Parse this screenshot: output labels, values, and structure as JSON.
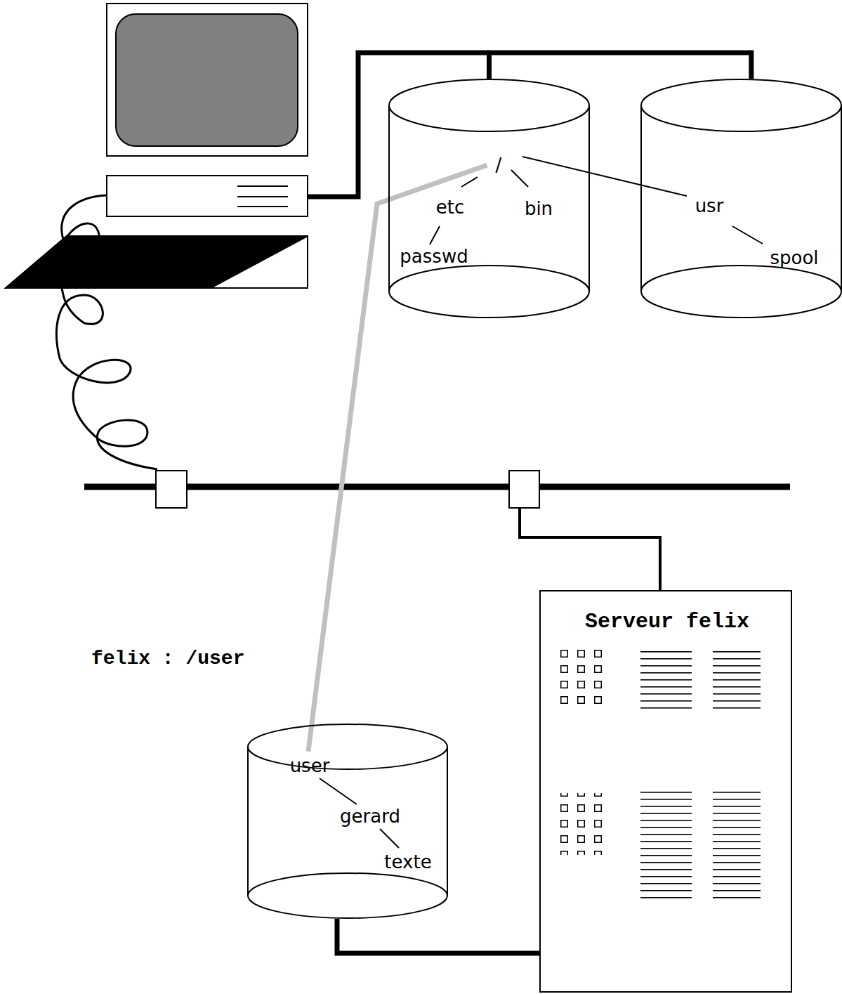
{
  "diagram": {
    "nodes": [
      {
        "text": [
          "/",
          "etc",
          "bin",
          "passwd"
        ]
      },
      {
        "text": [
          "usr",
          "spool"
        ]
      },
      {
        "text": [
          "Serveur felix"
        ]
      },
      {
        "text": [
          "user",
          "gerard",
          "texte"
        ]
      }
    ],
    "edges": [
      {
        "from": 0,
        "to": 1,
        "arrow": "none"
      },
      {
        "from": 2,
        "to": 3,
        "arrow": "none"
      },
      {
        "from": 0,
        "to": 3,
        "arrow": "none"
      }
    ],
    "labels": [
      "felix : /user"
    ]
  }
}
